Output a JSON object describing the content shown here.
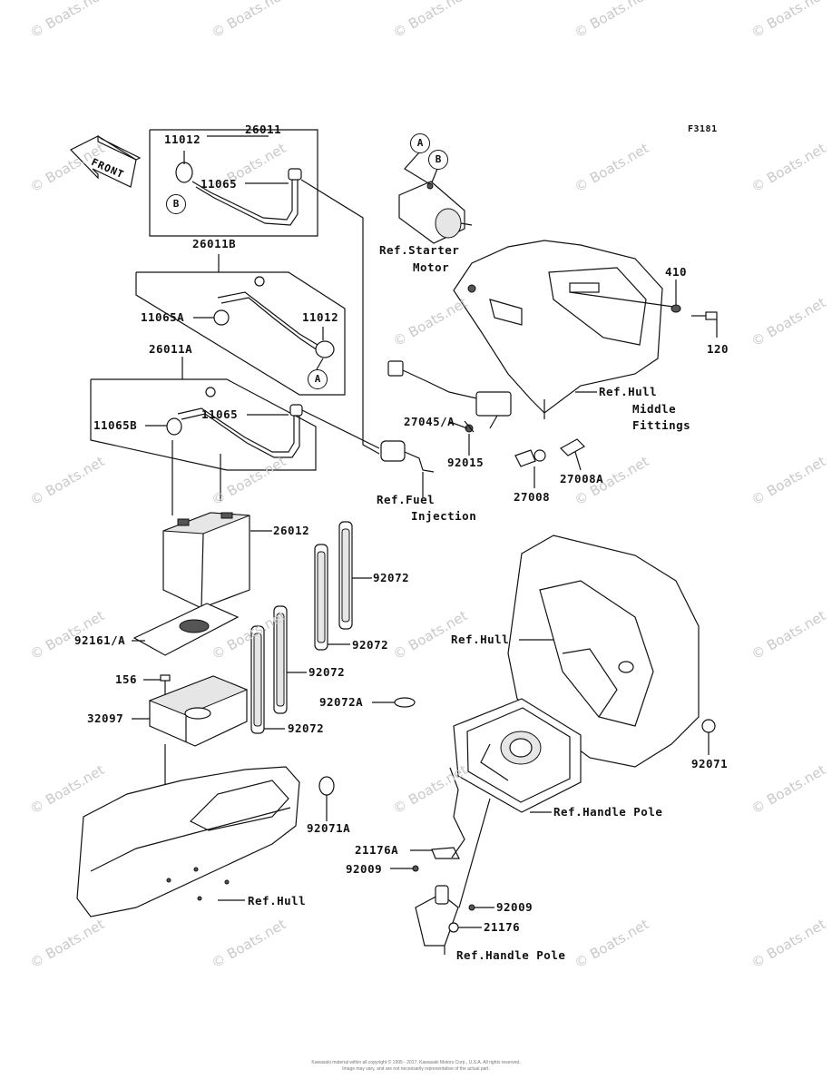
{
  "figure_code": "F3181",
  "front_label": "FRONT",
  "watermark": "© Boats.net",
  "callout_a": "A",
  "callout_b": "B",
  "labels": {
    "p26011": "26011",
    "p11012_top": "11012",
    "p11065_top": "11065",
    "p26011B": "26011B",
    "p11065A": "11065A",
    "p11012_mid": "11012",
    "p26011A": "26011A",
    "p11065B": "11065B",
    "p11065_mid": "11065",
    "p26012": "26012",
    "p92072_a": "92072",
    "p92072_b": "92072",
    "p92072_c": "92072",
    "p92072_d": "92072",
    "p92072A": "92072A",
    "p92161A": "92161/A",
    "p156": "156",
    "p32097": "32097",
    "p92071A": "92071A",
    "ref_hull_left": "Ref.Hull",
    "ref_starter_1": "Ref.Starter",
    "ref_starter_2": "Motor",
    "p410": "410",
    "p120": "120",
    "ref_hull_mid_1": "Ref.Hull",
    "ref_hull_mid_2": "Middle",
    "ref_hull_mid_3": "Fittings",
    "p27045A": "27045/A",
    "p92015": "92015",
    "p27008": "27008",
    "p27008A": "27008A",
    "ref_fuel_1": "Ref.Fuel",
    "ref_fuel_2": "Injection",
    "ref_hull_right": "Ref.Hull",
    "p92071": "92071",
    "ref_handle_pole_1": "Ref.Handle Pole",
    "p21176A": "21176A",
    "p92009_a": "92009",
    "p92009_b": "92009",
    "p21176": "21176",
    "ref_handle_pole_2": "Ref.Handle Pole"
  },
  "footer": {
    "line1": "Kawasaki material within all copyright © 1995 - 2017, Kawasaki Motors Corp., U.S.A. All rights reserved.",
    "line2": "Image may vary, and are not necessarily representative of the actual part."
  },
  "colors": {
    "ink": "#111111",
    "watermark": "#c9c9c9",
    "background": "#ffffff"
  }
}
